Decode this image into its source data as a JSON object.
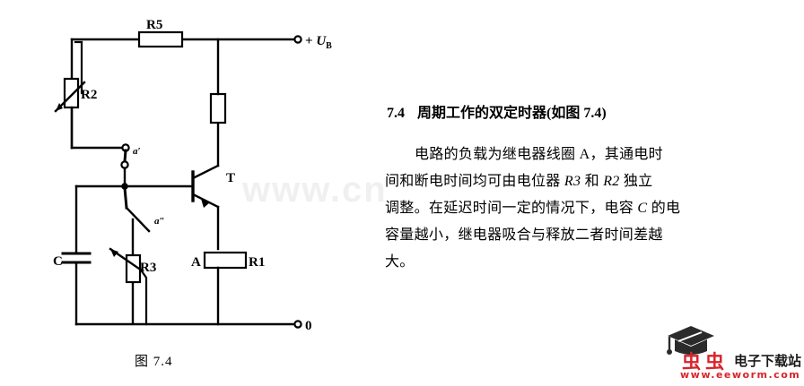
{
  "page": {
    "background_color": "#ffffff",
    "ink_color": "#000000"
  },
  "watermark": {
    "text": "www.cn"
  },
  "figure": {
    "caption": "图 7.4",
    "title_ref": "7.4",
    "supply_label": "+ U",
    "supply_label_sub": "B",
    "ground_label": "0",
    "components": [
      {
        "id": "R5",
        "label": "R5",
        "type": "resistor",
        "orientation": "horizontal"
      },
      {
        "id": "R2",
        "label": "R2",
        "type": "potentiometer",
        "orientation": "vertical"
      },
      {
        "id": "R4",
        "label": "",
        "type": "resistor",
        "orientation": "vertical"
      },
      {
        "id": "R3",
        "label": "R3",
        "type": "potentiometer",
        "orientation": "vertical"
      },
      {
        "id": "R1",
        "label": "R1",
        "type": "resistor",
        "orientation": "horizontal"
      },
      {
        "id": "A",
        "label": "A",
        "type": "relay-coil",
        "orientation": "horizontal"
      },
      {
        "id": "C",
        "label": "C",
        "type": "capacitor",
        "orientation": "vertical"
      },
      {
        "id": "T",
        "label": "T",
        "type": "transistor-npn",
        "orientation": "vertical"
      },
      {
        "id": "a1",
        "label": "a′",
        "type": "relay-contact-no",
        "orientation": "vertical"
      },
      {
        "id": "a2",
        "label": "a″",
        "type": "relay-contact-nc",
        "orientation": "vertical"
      }
    ]
  },
  "article": {
    "section_number": "7.4",
    "section_title": "周期工作的双定时器",
    "section_title_paren": "(如图 7.4)",
    "paragraph_lines": [
      "电路的负载为继电器线圈 A，其通电时",
      "间和断电时间均可由电位器 R3 和 R2 独立",
      "调整。在延迟时间一定的情况下，电容 C 的电",
      "容量越小，继电器吸合与释放二者时间差越",
      "大。"
    ],
    "paragraph_full": "电路的负载为继电器线圈 A，其通电时间和断电时间均可由电位器 R3 和 R2 独立调整。在延迟时间一定的情况下，电容 C 的电容量越小，继电器吸合与释放二者时间差越大。",
    "line1_pre": "电路的负载为继电器线圈 A",
    "line1_post": "，其通电时",
    "line2_pre": "间和断电时间均可由电位器 ",
    "line2_r3": "R3",
    "line2_mid": " 和 ",
    "line2_r2": "R2",
    "line2_post": " 独立",
    "line3_pre": "调整。在延迟时间一定的情况下，电容 ",
    "line3_c": "C",
    "line3_post": " 的电",
    "line4": "容量越小，继电器吸合与释放二者时间差越",
    "line5": "大。"
  },
  "logo": {
    "bugs": "虫虫",
    "name": "电子下载站",
    "url": "www.eeworm.com",
    "accent_color": "#d9232a",
    "cap_color": "#2b2b2b",
    "icon": "graduation-cap-icon"
  }
}
